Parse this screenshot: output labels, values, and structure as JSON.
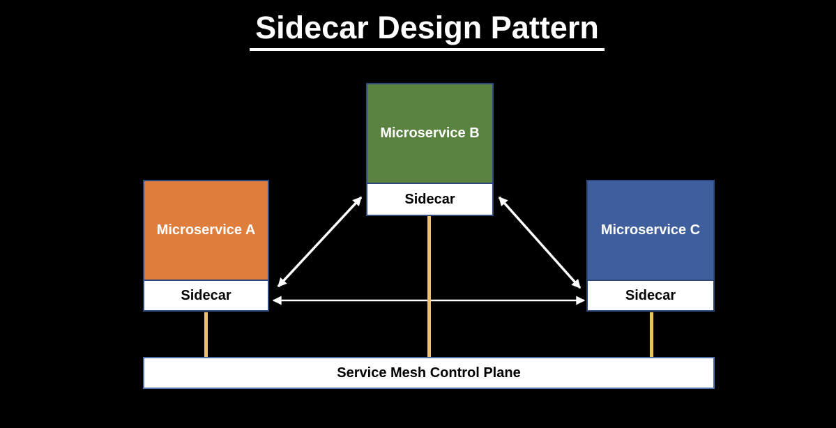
{
  "title": "Sidecar Design Pattern",
  "services": [
    {
      "name": "Microservice A",
      "sidecar": "Sidecar",
      "fill": "#DF7D3D"
    },
    {
      "name": "Microservice B",
      "sidecar": "Sidecar",
      "fill": "#5A8240"
    },
    {
      "name": "Microservice C",
      "sidecar": "Sidecar",
      "fill": "#3E5E9D"
    }
  ],
  "control_plane": {
    "label": "Service Mesh Control Plane"
  },
  "connections": {
    "sidecar_to_sidecar_arrows": [
      "A-B",
      "B-C",
      "A-C"
    ],
    "sidecar_to_control_plane_links": [
      "A",
      "B",
      "C"
    ]
  },
  "colors": {
    "background": "#000000",
    "title_text": "#FFFFFF",
    "box_border": "#2E4A7C",
    "control_plane_border": "#506FAD",
    "control_plane_bg": "#FFFFFF",
    "sidecar_bg": "#FFFFFF",
    "sidecar_text": "#000000",
    "service_text": "#FFFFFF",
    "arrow": "#FFFFFF",
    "mesh_link": "#ECC45F"
  }
}
